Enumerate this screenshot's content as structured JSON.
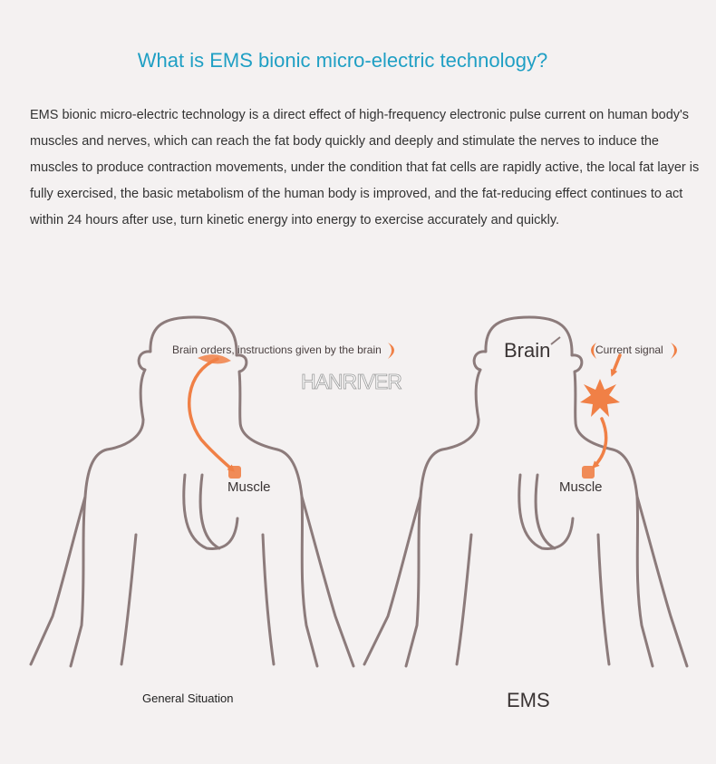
{
  "title": "What is EMS bionic micro-electric technology?",
  "description": "EMS bionic micro-electric technology is a direct effect of high-frequency electronic pulse current on human body's muscles and nerves, which can reach the fat body quickly and deeply and stimulate the nerves to induce the muscles to produce contraction movements, under the condition that fat cells are rapidly active, the local fat layer is fully exercised, the basic metabolism of the human body is improved, and the fat-reducing effect continues to act within 24 hours after use, turn kinetic energy into energy to exercise accurately and quickly.",
  "watermark": "HANRIVER",
  "colors": {
    "title": "#1f9fc4",
    "accent": "#f08046",
    "outline": "#8c7b7b",
    "background": "#f4f1f1"
  },
  "left_figure": {
    "brain_label": "Brain orders, instructions given by the brain",
    "muscle_label": "Muscle",
    "caption": "General Situation"
  },
  "right_figure": {
    "brain_label": "Brain",
    "signal_label": "Current signal",
    "muscle_label": "Muscle",
    "caption": "EMS",
    "signal_icon": "spark-burst-icon"
  }
}
